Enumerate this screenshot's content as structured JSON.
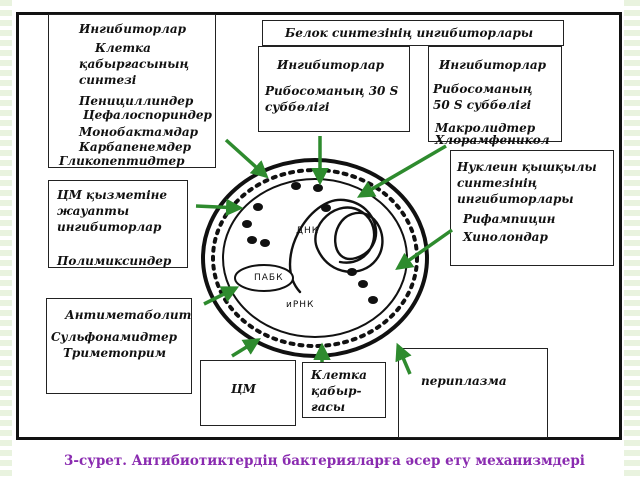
{
  "caption": "3-сурет. Антибиотиктердің бактерияларға әсер ету механизмдері",
  "boxes": {
    "cell_wall_inhibitors": {
      "title": "Ингибиторлар",
      "subtitle_1": "Клетка",
      "subtitle_2": "қабырғасының",
      "subtitle_3": "синтезі",
      "items": [
        "Пенициллиндер",
        "Цефалоспориндер",
        "Монобактамдар",
        "Карбапенемдер",
        "Гликопептидтер"
      ]
    },
    "protein_synthesis": {
      "title": "Белок синтезінің ингибиторлары",
      "s30_title": "Ингибиторлар",
      "s30_line1": "Рибосоманың 30 S",
      "s30_line2": "суббөлігі",
      "s50_title": "Ингибиторлар",
      "s50_line1": "Рибосоманың",
      "s50_line2": "50 S суббөлігі",
      "s50_item1": "Макролидтер",
      "s50_item2": "Хлорамфеникол"
    },
    "membrane_inhibitors": {
      "line1": "ЦМ қызметіне",
      "line2": "жауапты",
      "line3": "ингибиторлар",
      "item": "Полимиксиндер"
    },
    "nucleic_acid": {
      "line1": "Нуклеин қышқылы",
      "line2": "синтезінің",
      "line3": "ингибиторлары",
      "item1": "Рифампицин",
      "item2": "Хинолондар"
    },
    "antimetabolite": {
      "title": "Антиметаболит",
      "item1": "Сульфонамидтер",
      "item2": "Триметоприм"
    },
    "cm": {
      "label": "ЦМ"
    },
    "cell_wall": {
      "line1": "Клетка",
      "line2": "қабыр-",
      "line3": "ғасы"
    },
    "periplasm": {
      "label": "периплазма"
    }
  },
  "cell": {
    "dna_label": "ДНК",
    "pabk_label": "ПАБК",
    "mrna_label": "иРНК"
  },
  "colors": {
    "arrow": "#2e8b2e",
    "caption": "#8a2bb0",
    "ink": "#111111"
  }
}
